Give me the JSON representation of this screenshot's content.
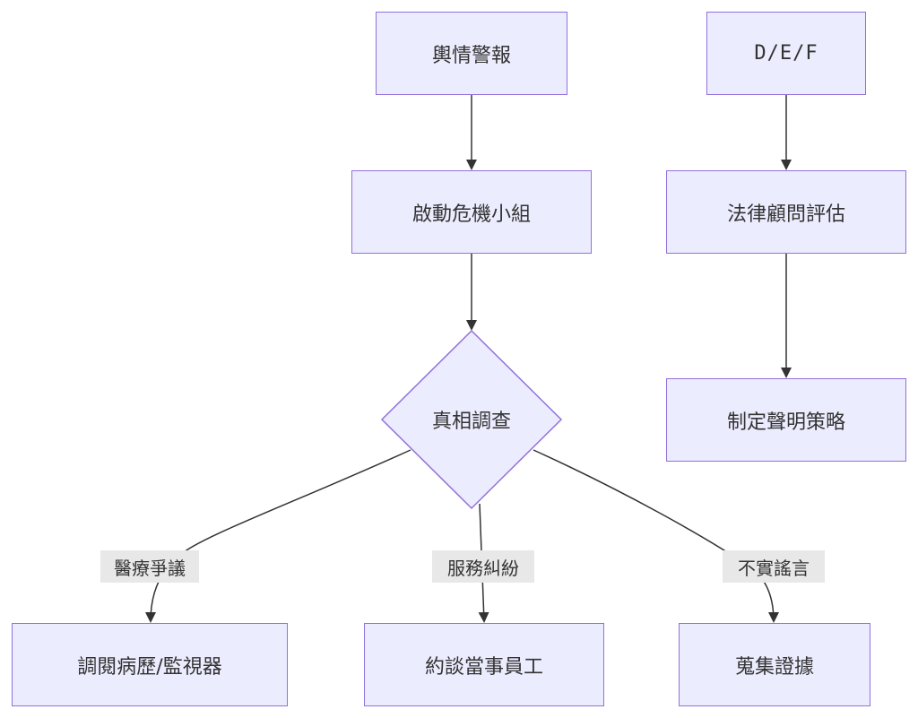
{
  "colors": {
    "node_fill": "#ECECFF",
    "node_stroke": "#9370DB",
    "edge": "#333333",
    "label_bg": "#E8E8E8",
    "text": "#333333"
  },
  "nodes": {
    "alert": "輿情警報",
    "def": "D/E/F",
    "team": "啟動危機小組",
    "legal": "法律顧問評估",
    "investigate": "真相調查",
    "statement": "制定聲明策略",
    "records": "調閱病歷/監視器",
    "interview": "約談當事員工",
    "evidence": "蒐集證據"
  },
  "edge_labels": {
    "medical": "醫療爭議",
    "service": "服務糾紛",
    "rumor": "不實謠言"
  }
}
